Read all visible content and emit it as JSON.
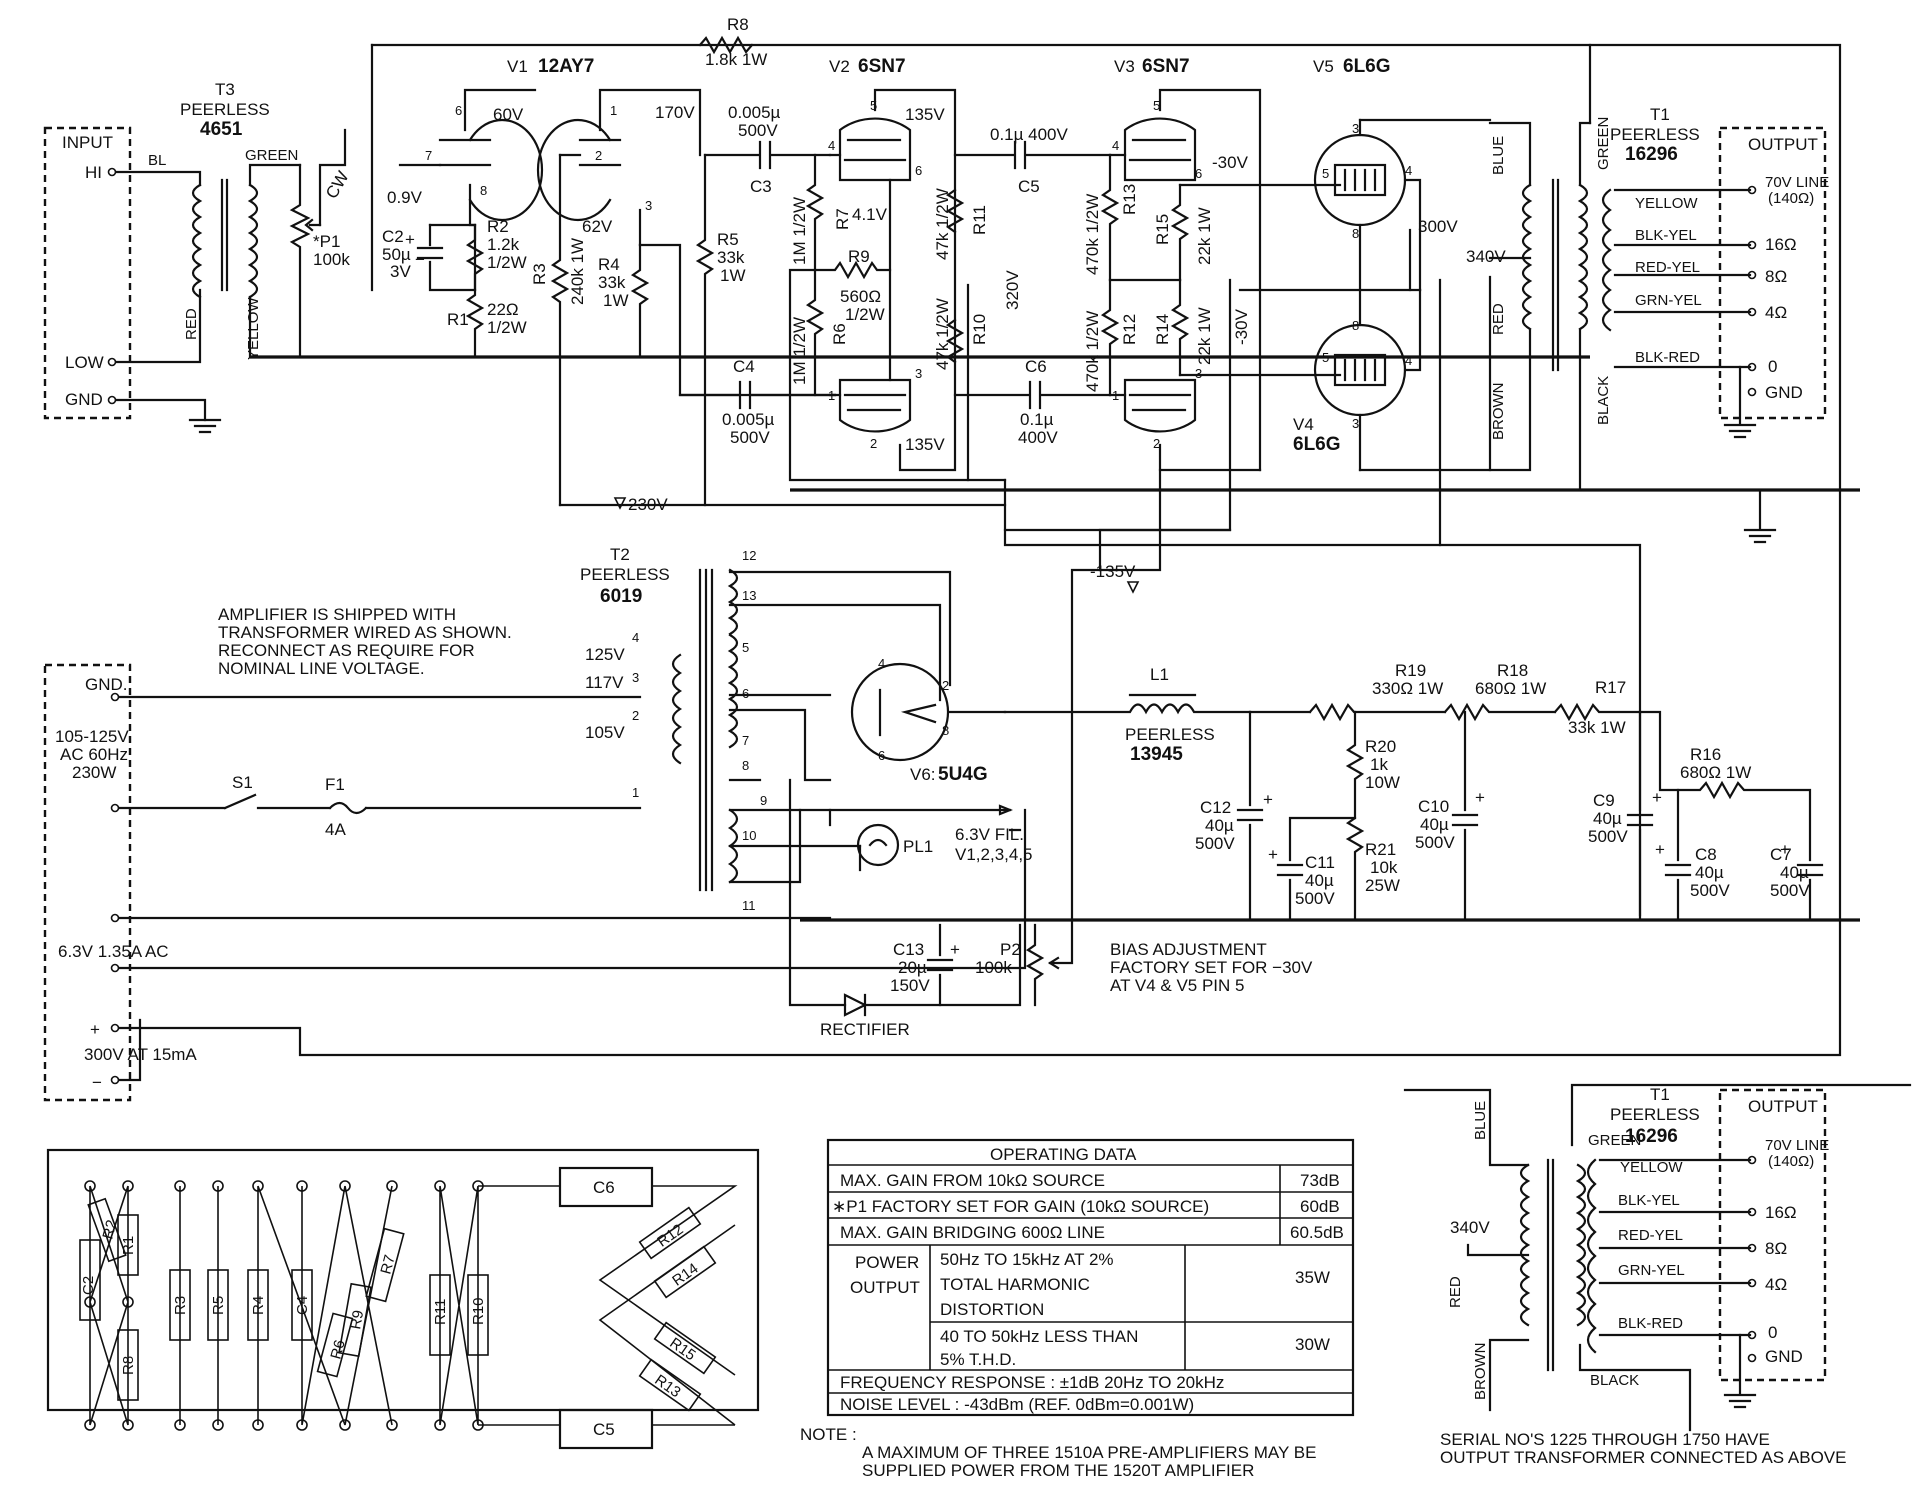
{
  "input": {
    "title": "INPUT",
    "terminals": [
      "HI",
      "LOW",
      "GND"
    ],
    "wire_bl": "BL",
    "wire_red": "RED"
  },
  "t3": {
    "ref": "T3",
    "maker": "PEERLESS",
    "model": "4651",
    "green": "GREEN",
    "yellow": "YELLOW"
  },
  "p1": {
    "cw": "CW",
    "ref": "*P1",
    "value": "100k"
  },
  "tubes": {
    "v1": {
      "ref": "V1",
      "type": "12AY7",
      "plate_a": "60V",
      "plate_b": "170V",
      "cathode_a": "0.9V",
      "cathode_b": "62V"
    },
    "v2": {
      "ref": "V2",
      "type": "6SN7",
      "plate_a": "135V",
      "plate_b": "135V",
      "cathode": "4.1V"
    },
    "v3": {
      "ref": "V3",
      "type": "6SN7",
      "grid": "-30V",
      "grid_b": "-30V",
      "plate": "320V"
    },
    "v5": {
      "ref": "V5",
      "type": "6L6G"
    },
    "v4": {
      "ref": "V4",
      "type": "6L6G"
    },
    "v6": {
      "ref": "V6:",
      "type": "5U4G"
    }
  },
  "components": {
    "r8": {
      "ref": "R8",
      "value": "1.8k 1W"
    },
    "c2": {
      "ref": "C2",
      "value": "50µ",
      "volt": "3V"
    },
    "r2": {
      "ref": "R2",
      "value": "1.2k",
      "watt": "1/2W"
    },
    "r1": {
      "ref": "R1",
      "value": "22Ω",
      "watt": "1/2W"
    },
    "r3": {
      "ref": "R3",
      "value": "240k 1W"
    },
    "r4": {
      "ref": "R4",
      "value": "33k",
      "watt": "1W"
    },
    "r5": {
      "ref": "R5",
      "value": "33k",
      "watt": "1W"
    },
    "c3": {
      "ref": "C3",
      "value": "0.005µ",
      "volt": "500V"
    },
    "c4": {
      "ref": "C4",
      "value": "0.005µ",
      "volt": "500V"
    },
    "r7": {
      "ref": "R7",
      "value": "1M 1/2W"
    },
    "r6": {
      "ref": "R6",
      "value": "1M 1/2W"
    },
    "r9": {
      "ref": "R9",
      "value": "560Ω",
      "watt": "1/2W"
    },
    "r11": {
      "ref": "R11",
      "value": "47k 1/2W"
    },
    "r10": {
      "ref": "R10",
      "value": "47k 1/2W"
    },
    "c5": {
      "ref": "C5",
      "value": "0.1µ 400V"
    },
    "c6": {
      "ref": "C6",
      "value": "0.1µ",
      "volt": "400V"
    },
    "r13": {
      "ref": "R13",
      "value": "470k 1/2W"
    },
    "r12": {
      "ref": "R12",
      "value": "470k 1/2W"
    },
    "r15": {
      "ref": "R15",
      "value": "22k 1W"
    },
    "r14": {
      "ref": "R14",
      "value": "22k 1W"
    },
    "r19": {
      "ref": "R19",
      "value": "330Ω 1W"
    },
    "r18": {
      "ref": "R18",
      "value": "680Ω 1W"
    },
    "r17": {
      "ref": "R17",
      "value": "33k 1W"
    },
    "r16": {
      "ref": "R16",
      "value": "680Ω 1W"
    },
    "r20": {
      "ref": "R20",
      "value": "1k",
      "watt": "10W"
    },
    "r21": {
      "ref": "R21",
      "value": "10k",
      "watt": "25W"
    },
    "c12": {
      "ref": "C12",
      "value": "40µ",
      "volt": "500V"
    },
    "c11": {
      "ref": "C11",
      "value": "40µ",
      "volt": "500V"
    },
    "c10": {
      "ref": "C10",
      "value": "40µ",
      "volt": "500V"
    },
    "c9": {
      "ref": "C9",
      "value": "40µ",
      "volt": "500V"
    },
    "c8": {
      "ref": "C8",
      "value": "40µ",
      "volt": "500V"
    },
    "c7": {
      "ref": "C7",
      "value": "40µ",
      "volt": "500V"
    },
    "c13": {
      "ref": "C13",
      "value": "20µ",
      "volt": "150V"
    },
    "p2": {
      "ref": "P2",
      "value": "100k"
    },
    "l1": {
      "ref": "L1",
      "maker": "PEERLESS",
      "model": "13945"
    },
    "s1": "S1",
    "f1": {
      "ref": "F1",
      "value": "4A"
    },
    "pl1": "PL1"
  },
  "voltages": {
    "v230": "230V",
    "vm135": "-135V",
    "v300": "300V",
    "v340": "340V"
  },
  "t1": {
    "ref": "T1",
    "maker": "PEERLESS",
    "model": "16296",
    "primary": [
      "BLUE",
      "RED",
      "BROWN"
    ],
    "secondary": [
      "GREEN",
      "YELLOW",
      "BLK-YEL",
      "RED-YEL",
      "GRN-YEL",
      "BLK-RED",
      "BLACK"
    ],
    "output_title": "OUTPUT",
    "taps": [
      "70V LINE",
      "(140Ω)",
      "16Ω",
      "8Ω",
      "4Ω",
      "0",
      "GND"
    ]
  },
  "t2": {
    "ref": "T2",
    "maker": "PEERLESS",
    "model": "6019",
    "pri_taps": [
      "125V",
      "117V",
      "105V"
    ],
    "pins": [
      "4",
      "3",
      "2",
      "1",
      "12",
      "13",
      "5",
      "6",
      "7",
      "8",
      "9",
      "10",
      "11"
    ]
  },
  "note_ship": [
    "AMPLIFIER IS SHIPPED WITH",
    "TRANSFORMER WIRED AS SHOWN.",
    "RECONNECT AS REQUIRE FOR",
    "NOMINAL LINE VOLTAGE."
  ],
  "power": {
    "gnd": "GND.",
    "mains": [
      "105-125V",
      "AC 60Hz",
      "230W"
    ],
    "fil_out": "6.3V 1.35A AC",
    "plus": "+",
    "minus": "−",
    "b_out": "300V AT 15mA"
  },
  "filament": [
    "6.3V FIL.",
    "V1,2,3,4,5"
  ],
  "bias_note": [
    "BIAS ADJUSTMENT",
    "FACTORY SET FOR −30V",
    "AT V4 & V5 PIN 5"
  ],
  "rectifier": "RECTIFIER",
  "layout_board": {
    "labels": [
      "R2",
      "R1",
      "C2",
      "R8",
      "R3",
      "R5",
      "R4",
      "C4",
      "R6",
      "R9",
      "R7",
      "R11",
      "R10",
      "C6",
      "R12",
      "R14",
      "R15",
      "R13",
      "C5"
    ]
  },
  "operating_data": {
    "title": "OPERATING DATA",
    "rows": [
      {
        "label": "MAX. GAIN FROM 10kΩ SOURCE",
        "value": "73dB"
      },
      {
        "label": "∗P1 FACTORY SET FOR GAIN (10kΩ SOURCE)",
        "value": "60dB"
      },
      {
        "label": "MAX. GAIN BRIDGING 600Ω LINE",
        "value": "60.5dB"
      }
    ],
    "power_label": [
      "POWER",
      "OUTPUT"
    ],
    "power_rows": [
      {
        "text": [
          "50Hz TO 15kHz AT 2%",
          "TOTAL HARMONIC",
          "DISTORTION"
        ],
        "value": "35W"
      },
      {
        "text": [
          "40 TO 50kHz LESS THAN",
          "5% T.H.D."
        ],
        "value": "30W"
      }
    ],
    "freq": "FREQUENCY RESPONSE : ±1dB  20Hz TO 20kHz",
    "noise": "NOISE LEVEL : -43dBm (REF. 0dBm=0.001W)"
  },
  "note": {
    "head": "NOTE :",
    "lines": [
      "A MAXIMUM OF THREE 1510A PRE-AMPLIFIERS MAY BE",
      "SUPPLIED POWER FROM THE 1520T AMPLIFIER"
    ]
  },
  "serial_note": [
    "SERIAL NO'S 1225 THROUGH 1750 HAVE",
    "OUTPUT TRANSFORMER CONNECTED AS ABOVE"
  ]
}
